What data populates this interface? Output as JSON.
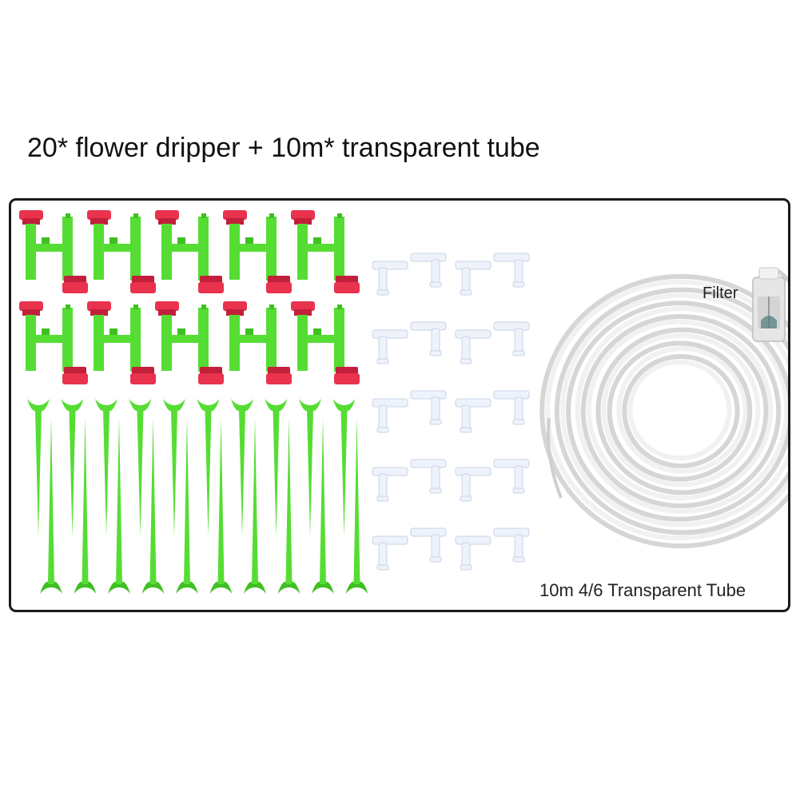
{
  "title": "20* flower dripper + 10m* transparent tube",
  "labels": {
    "filter": "Filter",
    "tube": "10m 4/6 Transparent Tube"
  },
  "colors": {
    "dripper_green": "#55dd33",
    "dripper_green_dark": "#3fbf22",
    "cap_red": "#e8324e",
    "cap_red_dark": "#c21f3a",
    "connector": "#eef2fb",
    "connector_edge": "#c9d3e6",
    "tube": "#eeeeee",
    "tube_edge": "#cfcfcf",
    "border": "#1a1a1a"
  }
}
